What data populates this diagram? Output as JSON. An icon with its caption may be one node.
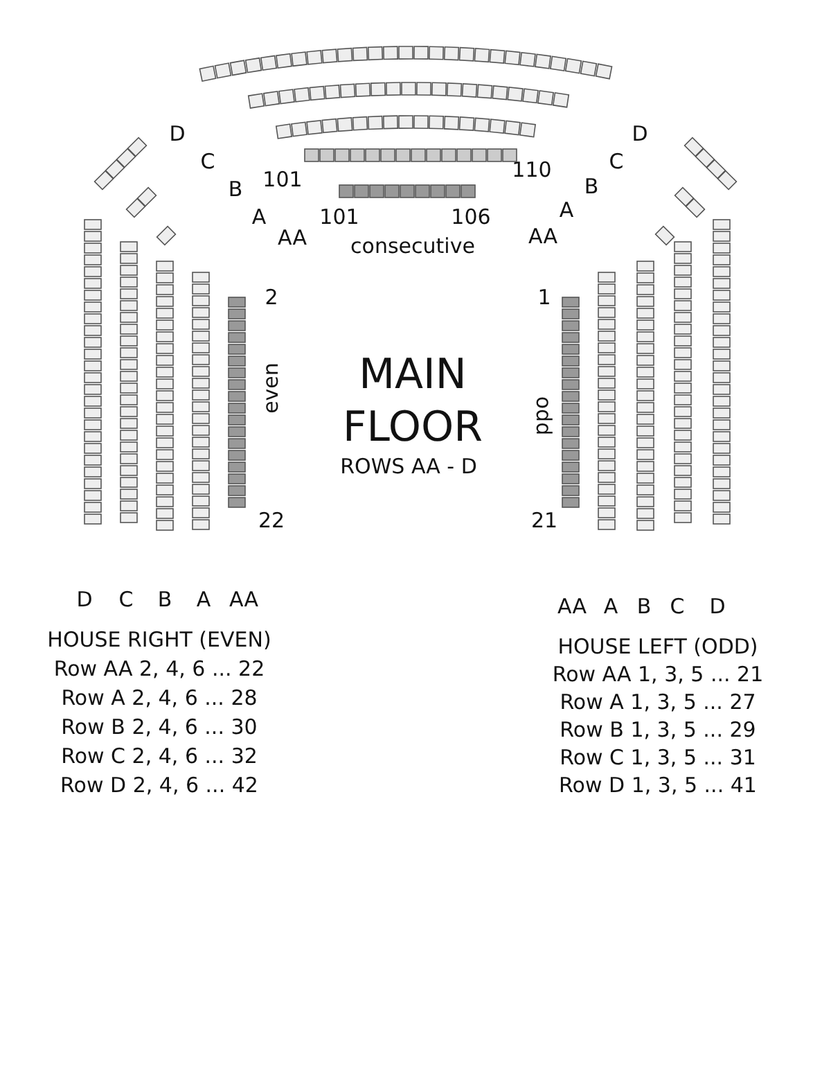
{
  "diagram": {
    "title": "MAIN FLOOR",
    "labels": [
      "D",
      "C",
      "B",
      "101",
      "A",
      "AA",
      "101",
      "106",
      "consecutive",
      "110",
      "D",
      "C",
      "B",
      "A",
      "AA",
      "2",
      "1",
      "even",
      "odd",
      "ROWS AA - D",
      "22",
      "21",
      "D",
      "C",
      "B",
      "A",
      "AA",
      "AA",
      "A",
      "B",
      "C",
      "D",
      "HOUSE RIGHT (EVEN)",
      "Row AA 2, 4, 6 ... 22",
      "Row A 2, 4, 6 ... 28",
      "Row B 2, 4, 6 ... 30",
      "Row C 2, 4, 6 ... 32",
      "Row D 2, 4, 6 ... 42",
      "HOUSE LEFT (ODD)",
      "Row AA 1, 3, 5 ... 21",
      "Row A 1, 3, 5 ... 27",
      "Row B 1, 3, 5 ... 29",
      "Row C 1, 3, 5 ... 31",
      "Row D 1, 3, 5 ... 41"
    ]
  }
}
